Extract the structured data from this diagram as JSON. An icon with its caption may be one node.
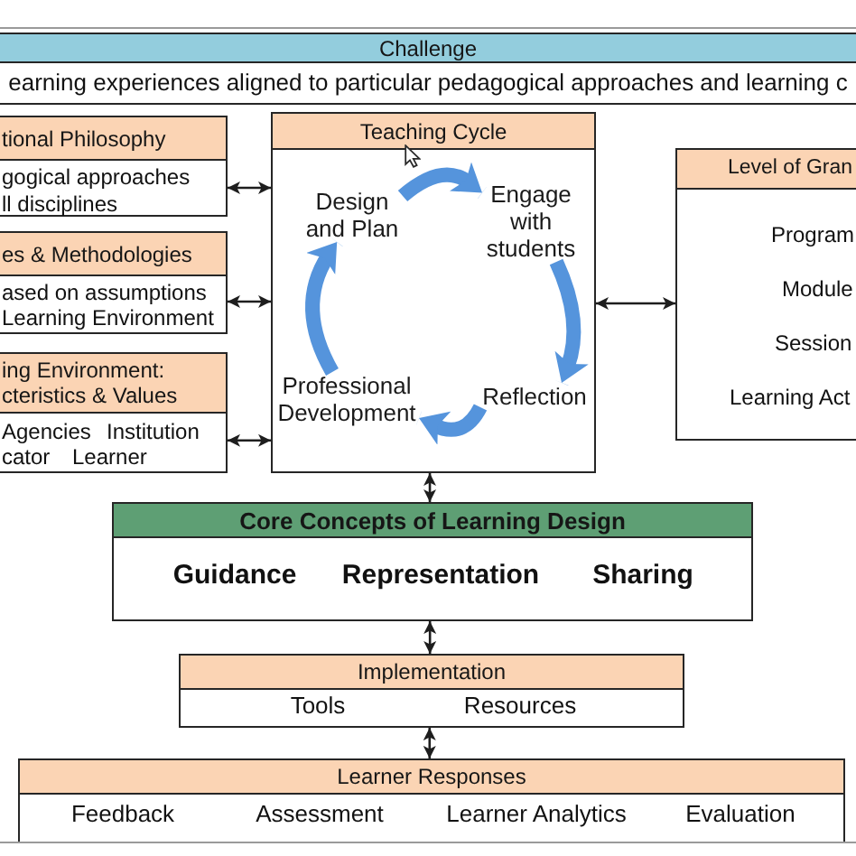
{
  "diagram": {
    "nodes": [
      {
        "text": [
          "Challenge",
          "earning experiences aligned to particular pedagogical approaches and learning c"
        ]
      },
      {
        "text": [
          "tional Philosophy",
          "gogical approaches ll disciplines"
        ]
      },
      {
        "text": [
          "es & Methodologies",
          "ased on assumptions Learning Environment"
        ]
      },
      {
        "text": [
          "ing Environment: cteristics & Values",
          "Agencies",
          "Institution",
          "cator",
          "Learner"
        ]
      },
      {
        "text": [
          "Teaching Cycle"
        ]
      },
      {
        "text": [
          "Design and Plan"
        ],
        "in": 4
      },
      {
        "text": [
          "Engage with students"
        ],
        "in": 4
      },
      {
        "text": [
          "Reflection"
        ],
        "in": 4
      },
      {
        "text": [
          "Professional Development"
        ],
        "in": 4
      },
      {
        "text": [
          "Level of Gran",
          "Program",
          "Module",
          "Session",
          "Learning Act"
        ]
      },
      {
        "text": [
          "Core Concepts of Learning Design",
          "Guidance",
          "Representation",
          "Sharing"
        ]
      },
      {
        "text": [
          "Implementation",
          "Tools",
          "Resources"
        ]
      },
      {
        "text": [
          "Learner Responses",
          "Feedback",
          "Assessment",
          "Learner Analytics",
          "Evaluation"
        ]
      }
    ],
    "edges": [
      {
        "from": 1,
        "to": 4,
        "arrow": "both"
      },
      {
        "from": 2,
        "to": 4,
        "arrow": "both"
      },
      {
        "from": 3,
        "to": 4,
        "arrow": "both"
      },
      {
        "from": 4,
        "to": 9,
        "arrow": "both"
      },
      {
        "from": 4,
        "to": 10,
        "arrow": "both"
      },
      {
        "from": 10,
        "to": 11,
        "arrow": "both"
      },
      {
        "from": 11,
        "to": 12,
        "arrow": "both"
      },
      {
        "from": 5,
        "to": 6,
        "arrow": "to",
        "style": "thick",
        "color": "#5594dc"
      },
      {
        "from": 6,
        "to": 7,
        "arrow": "to",
        "style": "thick",
        "color": "#5594dc"
      },
      {
        "from": 7,
        "to": 8,
        "arrow": "to",
        "style": "thick",
        "color": "#5594dc"
      },
      {
        "from": 8,
        "to": 5,
        "arrow": "to",
        "style": "thick",
        "color": "#5594dc"
      }
    ]
  }
}
